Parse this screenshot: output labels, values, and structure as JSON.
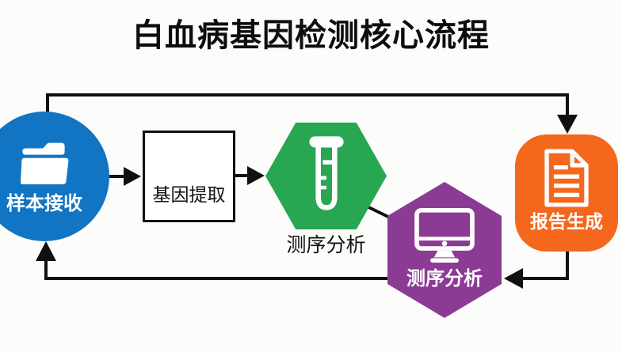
{
  "title": "白血病基因检测核心流程",
  "colors": {
    "line": "#101010",
    "background": "#fcfcfb",
    "sample_blue": "#1175c3",
    "sequencing_green": "#29a651",
    "analysis_purple": "#8c3b94",
    "report_orange": "#f5671d"
  },
  "nodes": {
    "sample_reception": {
      "label": "样本接收",
      "shape": "circle",
      "color": "#1175c3",
      "icon": "folder-icon"
    },
    "gene_extraction": {
      "label": "基因提取",
      "shape": "rectangle",
      "color": "#ffffff"
    },
    "sequencing_analysis_lab": {
      "label": "测序分析",
      "shape": "hexagon-horizontal",
      "color": "#29a651",
      "icon": "test-tube-icon"
    },
    "sequencing_analysis_compute": {
      "label": "测序分析",
      "shape": "hexagon-vertical",
      "color": "#8c3b94",
      "icon": "monitor-icon"
    },
    "report_generation": {
      "label": "报告生成",
      "shape": "rounded-square",
      "color": "#f5671d",
      "icon": "document-icon"
    }
  }
}
